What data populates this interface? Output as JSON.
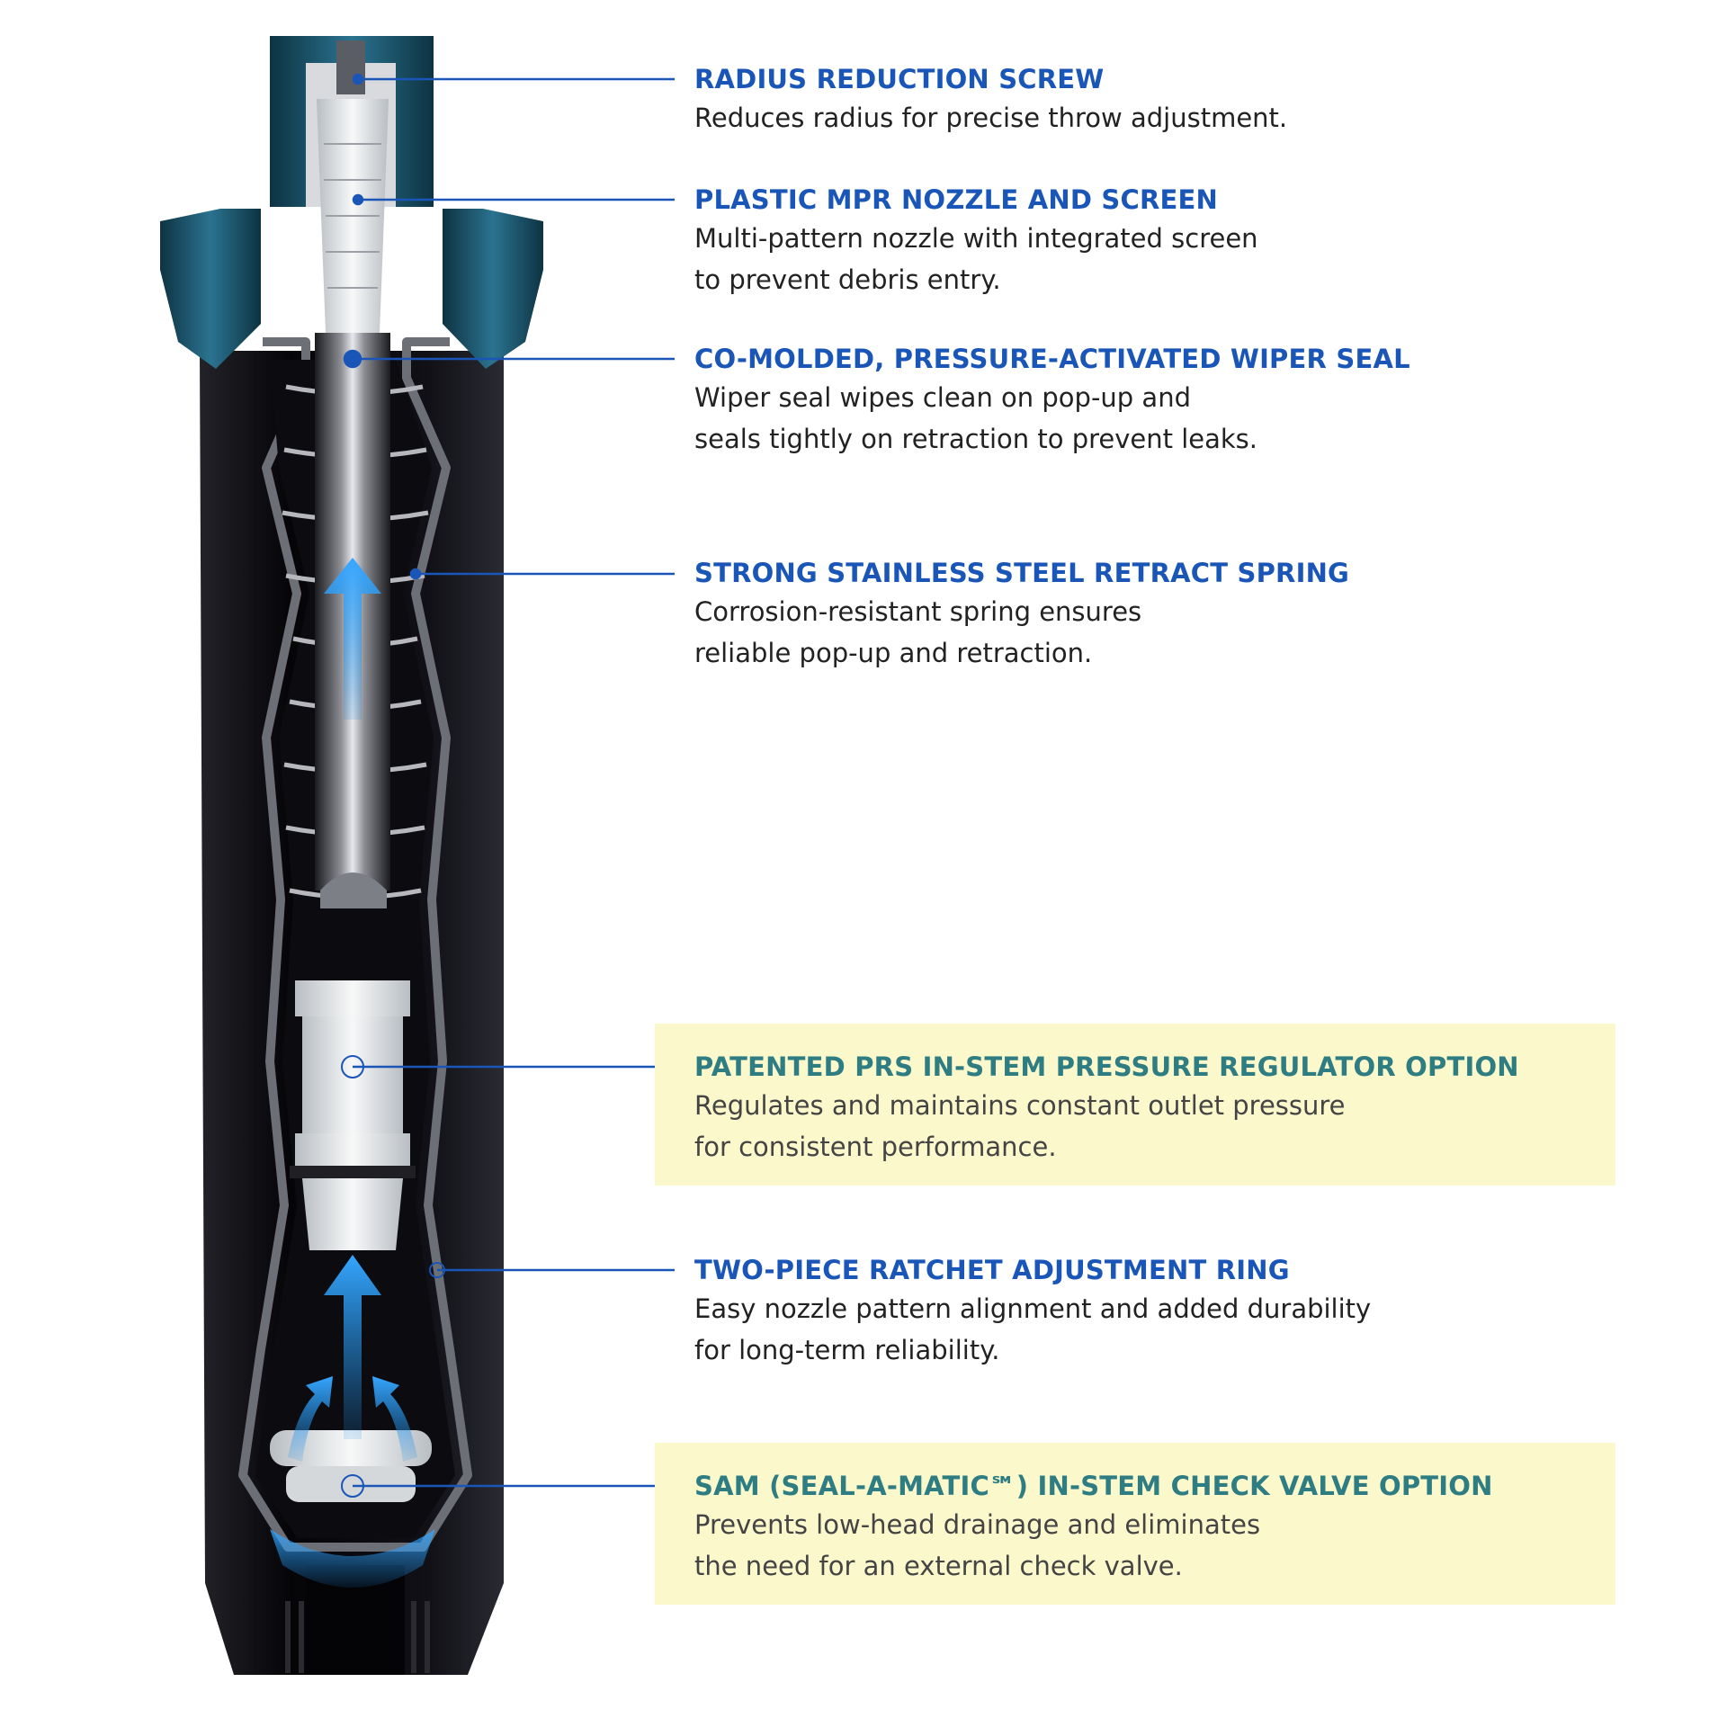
{
  "colors": {
    "title_blue": "#1a56b8",
    "title_teal": "#2e7d83",
    "leader_line": "#1a56b8",
    "option_highlight": "#fbf8cc",
    "body_black": "#0b0b10",
    "cap_teal": "#1f5d72",
    "water_arrow": "#1e8de6"
  },
  "callouts": [
    {
      "title": "RADIUS REDUCTION SCREW",
      "lines": [
        "Reduces radius for precise throw adjustment."
      ],
      "option": false
    },
    {
      "title": "PLASTIC MPR NOZZLE AND SCREEN",
      "lines": [
        "Multi-pattern nozzle with integrated screen",
        "to prevent debris entry."
      ],
      "option": false
    },
    {
      "title": "CO-MOLDED, PRESSURE-ACTIVATED WIPER SEAL",
      "lines": [
        "Wiper seal wipes clean on pop-up and",
        "seals tightly on retraction to prevent leaks."
      ],
      "option": false
    },
    {
      "title": "STRONG STAINLESS STEEL RETRACT SPRING",
      "lines": [
        "Corrosion-resistant spring ensures",
        "reliable pop-up and retraction."
      ],
      "option": false
    },
    {
      "title": "PATENTED PRS IN-STEM PRESSURE REGULATOR OPTION",
      "lines": [
        "Regulates and maintains constant outlet pressure",
        "for consistent performance."
      ],
      "option": true
    },
    {
      "title": "TWO-PIECE RATCHET ADJUSTMENT RING",
      "lines": [
        "Easy nozzle pattern alignment and added durability",
        "for long-term reliability."
      ],
      "option": false
    },
    {
      "title": "SAM (SEAL-A-MATIC℠) IN-STEM CHECK VALVE OPTION",
      "lines": [
        "Prevents low-head drainage and eliminates",
        "the need for an external check valve."
      ],
      "option": true
    }
  ]
}
